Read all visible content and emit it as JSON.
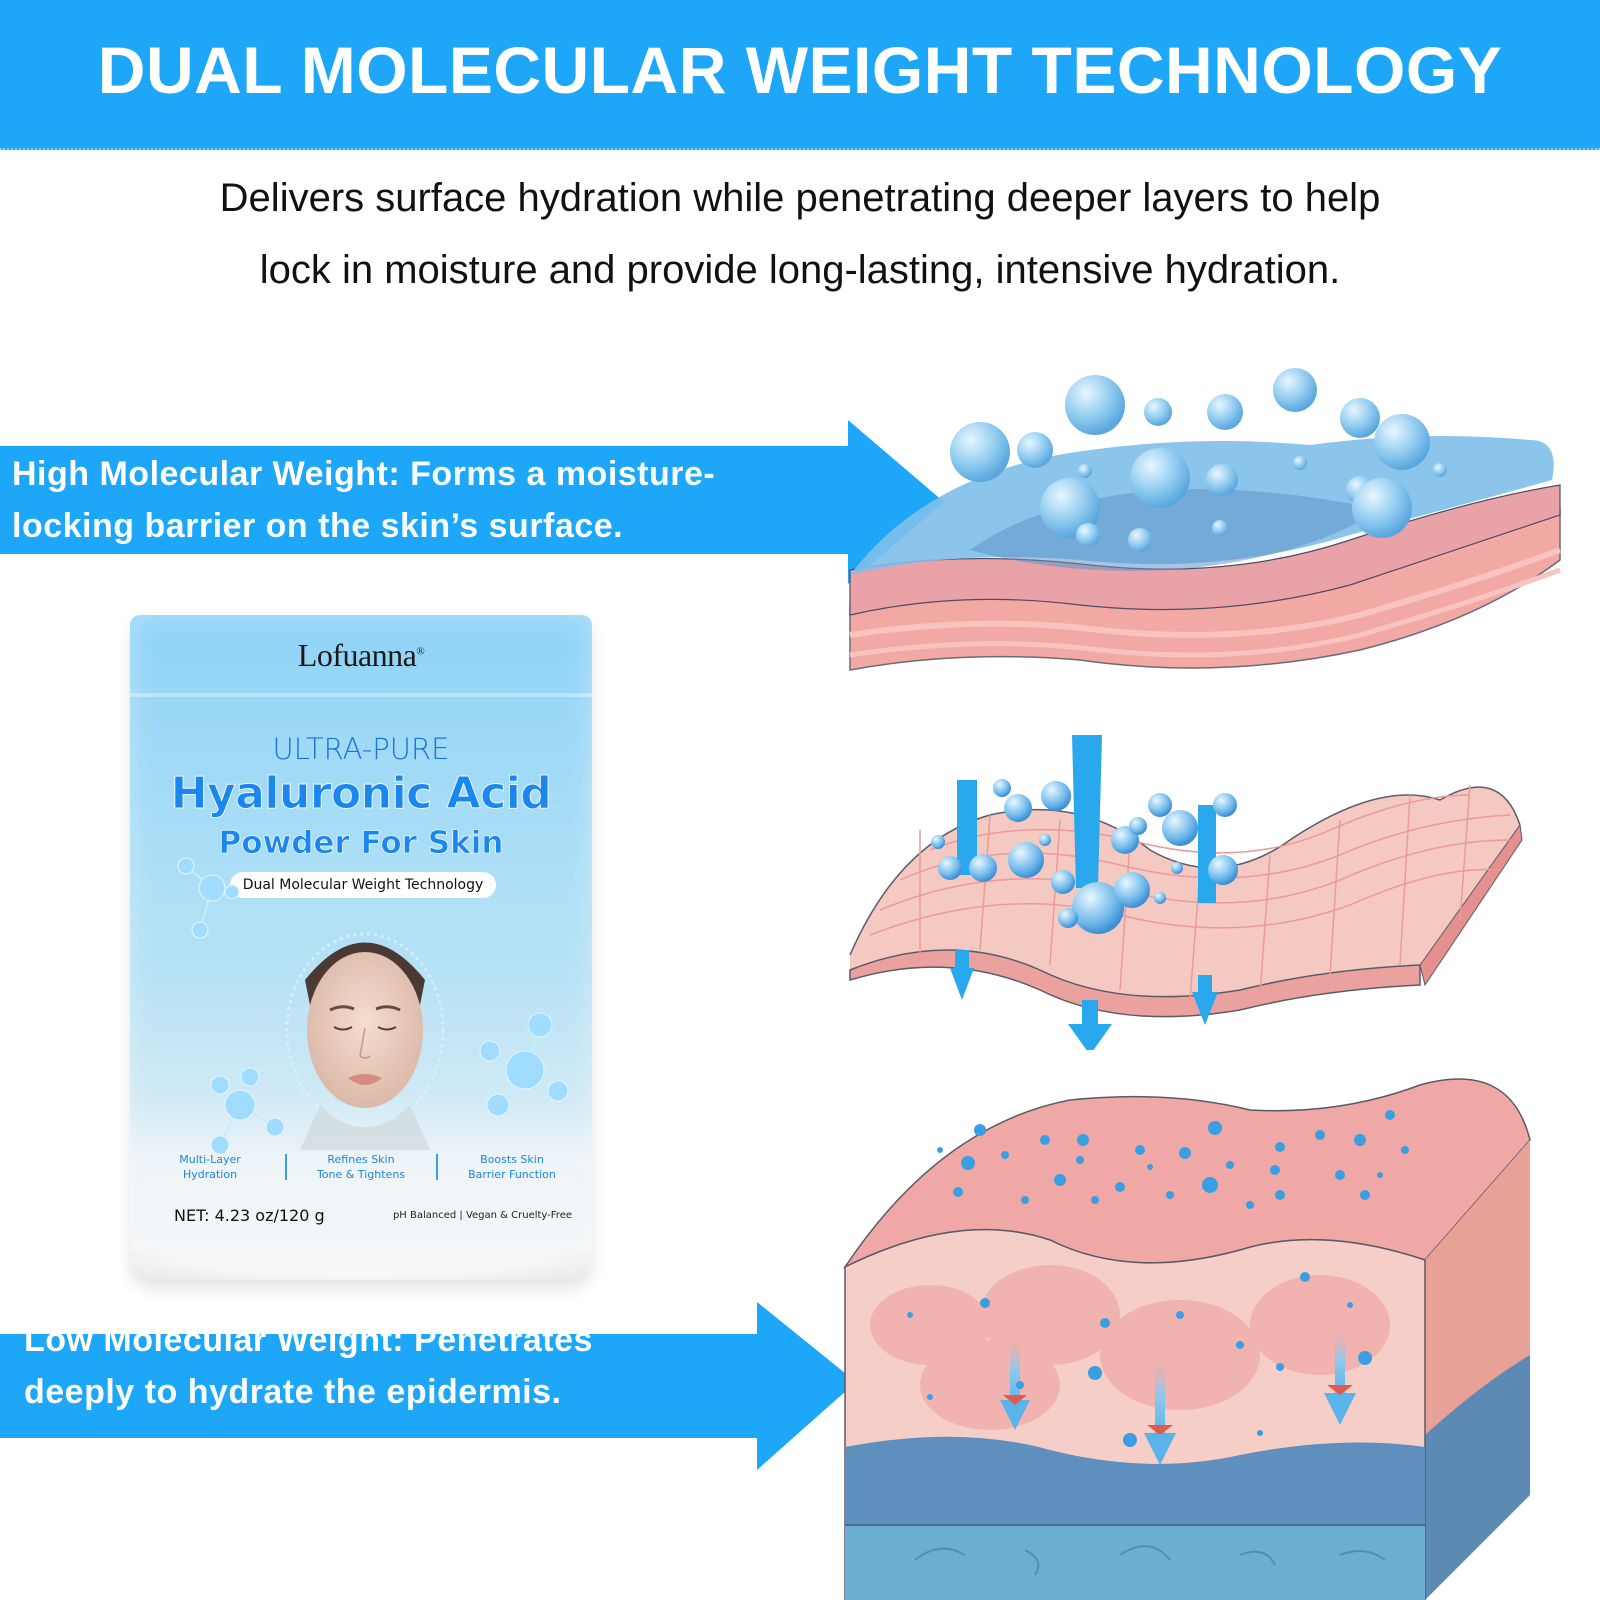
{
  "header": {
    "title": "DUAL MOLECULAR WEIGHT TECHNOLOGY",
    "background_color": "#1ea7f8"
  },
  "subtitle": {
    "line1": "Delivers surface hydration while penetrating deeper layers to help",
    "line2": "lock in moisture and provide long-lasting, intensive hydration."
  },
  "callouts": {
    "high": {
      "lead": "High Molecular Weight:",
      "rest_line1": " Forms a moisture-",
      "rest_line2": "locking barrier on the skin’s surface.",
      "color": "#1ea7f8"
    },
    "low": {
      "lead": "Low Molecular Weight:",
      "rest_line1": " Penetrates",
      "rest_line2": "deeply to hydrate the epidermis.",
      "color": "#1ea7f8"
    }
  },
  "product": {
    "brand": "Lofuanna",
    "registered": "®",
    "tagline_top": "ULTRA-PURE",
    "name_line1": "Hyaluronic Acid",
    "name_line2": "Powder For Skin",
    "pill": "Dual Molecular Weight Technology",
    "benefits": [
      {
        "line1": "Multi-Layer",
        "line2": "Hydration"
      },
      {
        "line1": "Refines Skin",
        "line2": "Tone & Tightens"
      },
      {
        "line1": "Boosts Skin",
        "line2": "Barrier Function"
      }
    ],
    "net": "NET: 4.23 oz/120 g",
    "claims": "pH Balanced | Vegan & Cruelty-Free",
    "accent_color": "#1a86ee"
  },
  "illustrations": {
    "top": "high-molecular-weight-barrier-layer",
    "middle": "skin-surface-absorption-grid",
    "bottom": "epidermis-cross-section-penetration"
  }
}
